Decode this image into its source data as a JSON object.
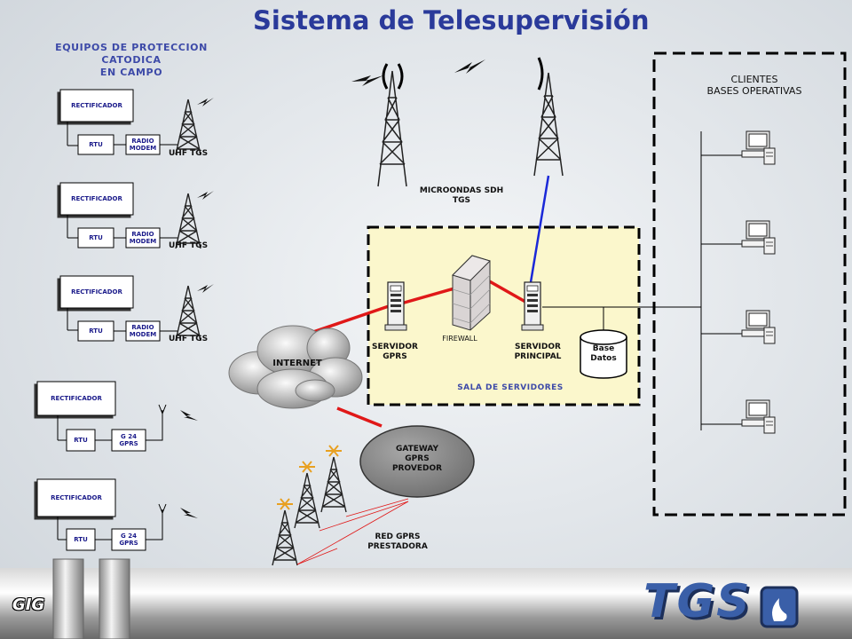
{
  "title": "Sistema de Telesupervisión",
  "field_equipment": {
    "title_line1": "EQUIPOS DE PROTECCION CATODICA",
    "title_line2": "EN CAMPO"
  },
  "uhf_units": [
    {
      "rectifier": "RECTIFICADOR",
      "rtu": "RTU",
      "modem_line1": "RADIO",
      "modem_line2": "MODEM",
      "link": "UHF TGS"
    },
    {
      "rectifier": "RECTIFICADOR",
      "rtu": "RTU",
      "modem_line1": "RADIO",
      "modem_line2": "MODEM",
      "link": "UHF TGS"
    },
    {
      "rectifier": "RECTIFICADOR",
      "rtu": "RTU",
      "modem_line1": "RADIO",
      "modem_line2": "MODEM",
      "link": "UHF TGS"
    }
  ],
  "gprs_units": [
    {
      "rectifier": "RECTIFICADOR",
      "rtu": "RTU",
      "modem_line1": "G 24",
      "modem_line2": "GPRS"
    },
    {
      "rectifier": "RECTIFICADOR",
      "rtu": "RTU",
      "modem_line1": "G 24",
      "modem_line2": "GPRS"
    }
  ],
  "microwave": {
    "line1": "MICROONDAS SDH",
    "line2": "TGS"
  },
  "clients": {
    "line1": "CLIENTES",
    "line2": "BASES OPERATIVAS"
  },
  "server_room": {
    "label": "SALA DE SERVIDORES",
    "gprs_server_line1": "SERVIDOR",
    "gprs_server_line2": "GPRS",
    "firewall": "FIREWALL",
    "main_server_line1": "SERVIDOR",
    "main_server_line2": "PRINCIPAL",
    "database_line1": "Base",
    "database_line2": "Datos"
  },
  "internet": "INTERNET",
  "gateway": {
    "line1": "GATEWAY",
    "line2": "GPRS",
    "line3": "PROVEDOR"
  },
  "gprs_network": {
    "line1": "RED GPRS",
    "line2": "PRESTADORA"
  },
  "footer": {
    "left_logo": "GIG",
    "right_logo": "TGS"
  },
  "colors": {
    "title": "#2a3a9a",
    "server_room_fill": "#fbf7cc",
    "red_link": "#e01818",
    "blue_link": "#1a28d8",
    "antenna_orange": "#e8a020"
  }
}
